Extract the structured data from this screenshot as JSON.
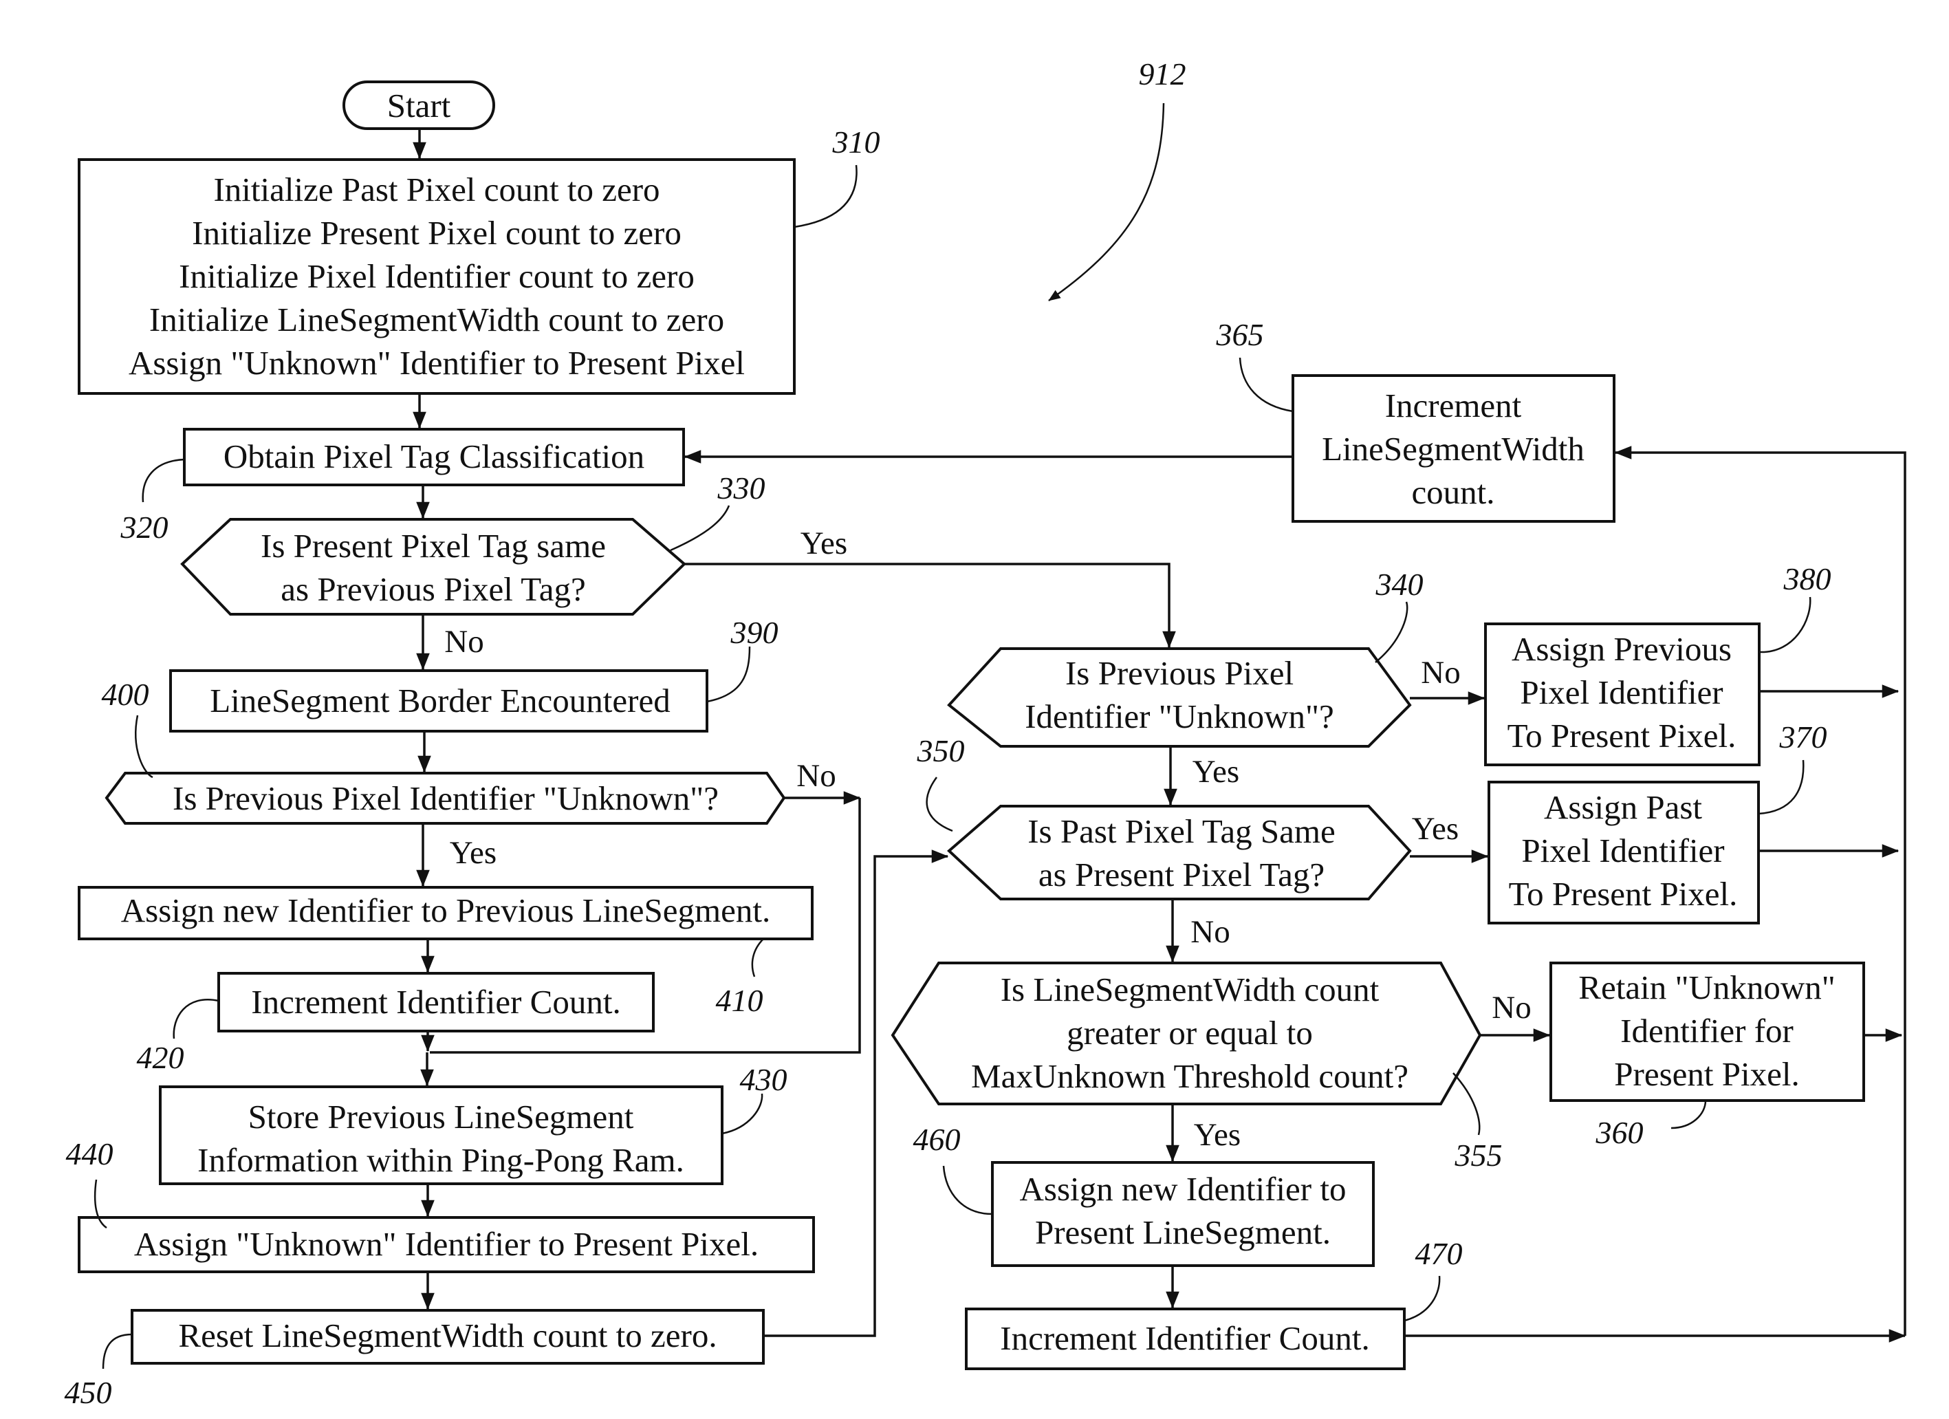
{
  "figure_ref": "912",
  "start": {
    "label": "Start"
  },
  "nodes": {
    "n310": {
      "ref": "310",
      "lines": [
        "Initialize Past Pixel count to zero",
        "Initialize Present Pixel count to zero",
        "Initialize Pixel Identifier count to zero",
        "Initialize LineSegmentWidth count to zero",
        "Assign \"Unknown\" Identifier to Present Pixel"
      ]
    },
    "n320": {
      "ref": "320",
      "lines": [
        "Obtain Pixel Tag Classification"
      ]
    },
    "n330": {
      "ref": "330",
      "lines": [
        "Is Present Pixel Tag same",
        "as Previous Pixel Tag?"
      ]
    },
    "n390": {
      "ref": "390",
      "lines": [
        "LineSegment Border Encountered"
      ]
    },
    "n400": {
      "ref": "400",
      "lines": [
        "Is Previous Pixel Identifier \"Unknown\"?"
      ]
    },
    "n410": {
      "ref": "410",
      "lines": [
        "Assign new Identifier to Previous LineSegment."
      ]
    },
    "n420": {
      "ref": "420",
      "lines": [
        "Increment Identifier Count."
      ]
    },
    "n430": {
      "ref": "430",
      "lines": [
        "Store Previous LineSegment",
        "Information within Ping-Pong Ram."
      ]
    },
    "n440": {
      "ref": "440",
      "lines": [
        "Assign \"Unknown\" Identifier to Present Pixel."
      ]
    },
    "n450": {
      "ref": "450",
      "lines": [
        "Reset LineSegmentWidth count to zero."
      ]
    },
    "n365": {
      "ref": "365",
      "lines": [
        "Increment",
        "LineSegmentWidth",
        "count."
      ]
    },
    "n340": {
      "ref": "340",
      "lines": [
        "Is Previous Pixel",
        "Identifier \"Unknown\"?"
      ]
    },
    "n380": {
      "ref": "380",
      "lines": [
        "Assign Previous",
        "Pixel Identifier",
        "To Present Pixel."
      ]
    },
    "n350": {
      "ref": "350",
      "lines": [
        "Is Past Pixel Tag Same",
        "as Present Pixel Tag?"
      ]
    },
    "n370": {
      "ref": "370",
      "lines": [
        "Assign Past",
        "Pixel Identifier",
        "To Present Pixel."
      ]
    },
    "n355": {
      "ref": "355",
      "lines": [
        "Is LineSegmentWidth count",
        "greater or equal to",
        "MaxUnknown Threshold count?"
      ]
    },
    "n360": {
      "ref": "360",
      "lines": [
        "Retain \"Unknown\"",
        "Identifier for",
        "Present Pixel."
      ]
    },
    "n460": {
      "ref": "460",
      "lines": [
        "Assign new Identifier to",
        "Present LineSegment."
      ]
    },
    "n470": {
      "ref": "470",
      "lines": [
        "Increment Identifier Count."
      ]
    }
  },
  "branch_labels": {
    "yes": "Yes",
    "no": "No"
  }
}
